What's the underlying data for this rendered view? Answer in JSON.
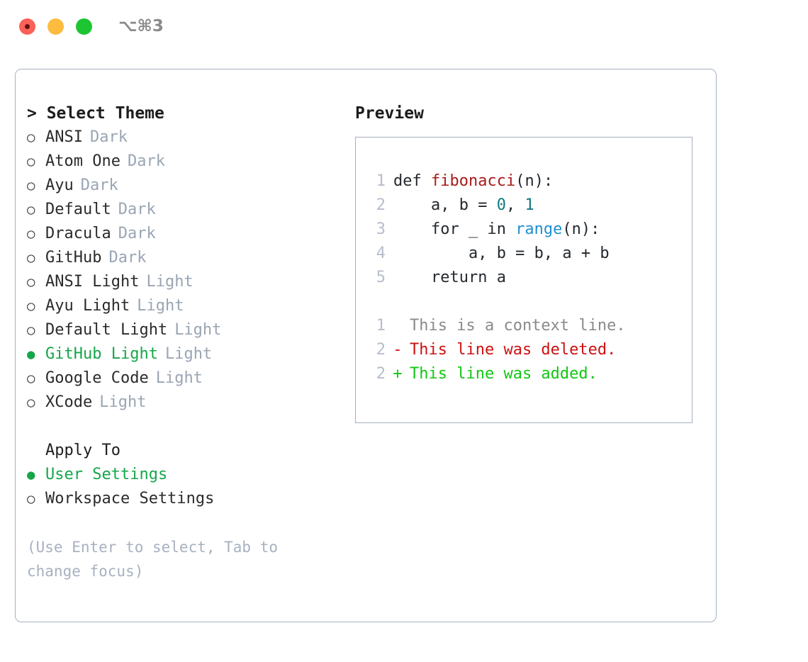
{
  "titlebar": {
    "shortcut_label": "⌥⌘3",
    "buttons": [
      {
        "name": "close",
        "color": "#fc6058"
      },
      {
        "name": "minimize",
        "color": "#fdbc40"
      },
      {
        "name": "maximize",
        "color": "#1dc532"
      }
    ]
  },
  "colors": {
    "accent_green": "#16a64a",
    "muted": "#9aa5b4",
    "border": "#a7b1c0",
    "code_function": "#a81b1b",
    "code_number": "#0f7a80",
    "code_builtin": "#1f8fd0",
    "diff_added": "#12c712",
    "diff_removed": "#cc1111",
    "diff_context": "#8a8a8a",
    "linenumber": "#b6bec9"
  },
  "left_pane": {
    "header": "> Select Theme",
    "bullet_unselected": "○",
    "bullet_selected": "●",
    "themes": [
      {
        "name": "ANSI",
        "tag": "Dark",
        "selected": false
      },
      {
        "name": "Atom One",
        "tag": "Dark",
        "selected": false
      },
      {
        "name": "Ayu",
        "tag": "Dark",
        "selected": false
      },
      {
        "name": "Default",
        "tag": "Dark",
        "selected": false
      },
      {
        "name": "Dracula",
        "tag": "Dark",
        "selected": false
      },
      {
        "name": "GitHub",
        "tag": "Dark",
        "selected": false
      },
      {
        "name": "ANSI Light",
        "tag": "Light",
        "selected": false
      },
      {
        "name": "Ayu Light",
        "tag": "Light",
        "selected": false
      },
      {
        "name": "Default Light",
        "tag": "Light",
        "selected": false
      },
      {
        "name": "GitHub Light",
        "tag": "Light",
        "selected": true
      },
      {
        "name": "Google Code",
        "tag": "Light",
        "selected": false
      },
      {
        "name": "XCode",
        "tag": "Light",
        "selected": false
      }
    ],
    "apply_to": {
      "header": "Apply To",
      "options": [
        {
          "name": "User Settings",
          "selected": true
        },
        {
          "name": "Workspace Settings",
          "selected": false
        }
      ]
    },
    "hint": "(Use Enter to select, Tab to change focus)"
  },
  "right_pane": {
    "header": "Preview",
    "code_lines": [
      {
        "no": "1",
        "segments": [
          {
            "text": "def ",
            "type": "plain"
          },
          {
            "text": "fibonacci",
            "type": "fn"
          },
          {
            "text": "(n):",
            "type": "plain"
          }
        ]
      },
      {
        "no": "2",
        "segments": [
          {
            "text": "    a, b = ",
            "type": "plain"
          },
          {
            "text": "0",
            "type": "num"
          },
          {
            "text": ", ",
            "type": "plain"
          },
          {
            "text": "1",
            "type": "num"
          }
        ]
      },
      {
        "no": "3",
        "segments": [
          {
            "text": "    for _ in ",
            "type": "plain"
          },
          {
            "text": "range",
            "type": "builtin"
          },
          {
            "text": "(n):",
            "type": "plain"
          }
        ]
      },
      {
        "no": "4",
        "segments": [
          {
            "text": "        a, b = b, a + b",
            "type": "plain"
          }
        ]
      },
      {
        "no": "5",
        "segments": [
          {
            "text": "    return a",
            "type": "plain"
          }
        ]
      }
    ],
    "diff_lines": [
      {
        "no": "1",
        "mark": " ",
        "text": "This is a context line.",
        "kind": "ctx"
      },
      {
        "no": "2",
        "mark": "-",
        "text": "This line was deleted.",
        "kind": "del"
      },
      {
        "no": "2",
        "mark": "+",
        "text": "This line was added.",
        "kind": "add"
      }
    ]
  }
}
